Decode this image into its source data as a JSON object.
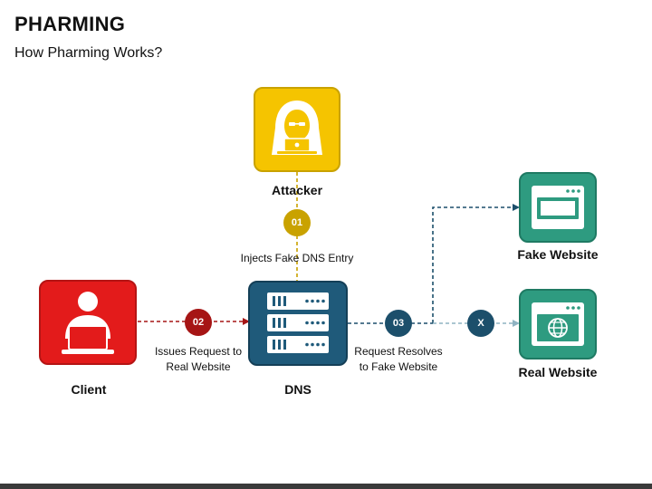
{
  "header": {
    "title": "PHARMING",
    "subtitle": "How Pharming Works?"
  },
  "nodes": {
    "attacker": {
      "label": "Attacker",
      "icon": "hooded-hacker-icon",
      "color": "#f5c400"
    },
    "client": {
      "label": "Client",
      "icon": "user-laptop-icon",
      "color": "#e31b1b"
    },
    "dns": {
      "label": "DNS",
      "icon": "server-rack-icon",
      "color": "#1f5a7a"
    },
    "fake_site": {
      "label": "Fake Website",
      "icon": "browser-window-icon",
      "color": "#2e9b80"
    },
    "real_site": {
      "label": "Real Website",
      "icon": "browser-globe-icon",
      "color": "#2e9b80"
    }
  },
  "steps": [
    {
      "number": "01",
      "caption": "Injects Fake DNS Entry",
      "color": "#c9a200"
    },
    {
      "number": "02",
      "caption_line1": "Issues Request to",
      "caption_line2": "Real Website",
      "color": "#a61515"
    },
    {
      "number": "03",
      "caption_line1": "Request Resolves",
      "caption_line2": "to Fake Website",
      "color": "#1c4f6b"
    },
    {
      "number": "X",
      "color": "#1c4f6b"
    }
  ]
}
